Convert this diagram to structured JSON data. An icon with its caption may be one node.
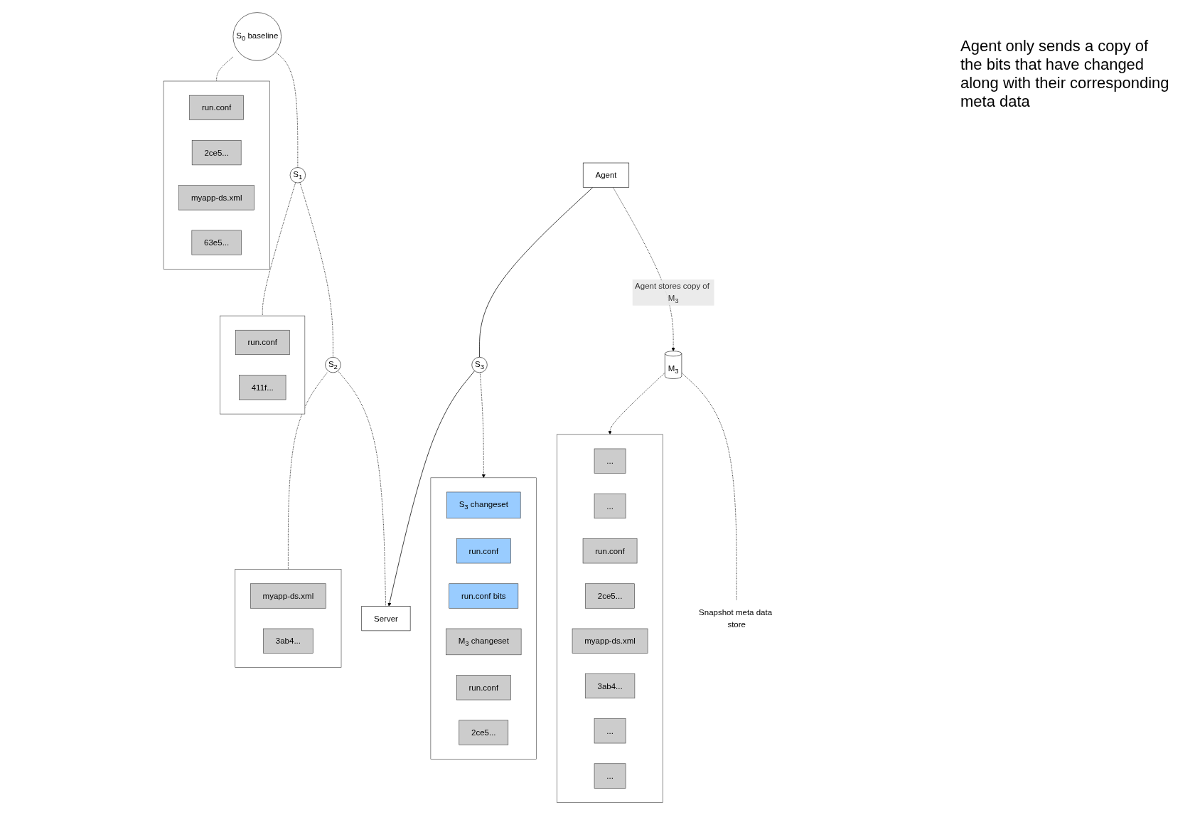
{
  "diagram": {
    "nodes": [
      {
        "text": [
          "S$_{0}$ baseline"
        ]
      },
      {
        "text": [],
        "shape": "box"
      },
      {
        "text": [
          "run.conf"
        ],
        "in": 1
      },
      {
        "text": [
          "2ce5..."
        ],
        "in": 1
      },
      {
        "text": [
          "myapp-ds.xml"
        ],
        "in": 1
      },
      {
        "text": [
          "63e5..."
        ],
        "in": 1
      },
      {
        "text": [
          "S$_{1}$"
        ]
      },
      {
        "text": [],
        "shape": "box"
      },
      {
        "text": [
          "run.conf"
        ],
        "in": 7
      },
      {
        "text": [
          "411f..."
        ],
        "in": 7
      },
      {
        "text": [
          "S$_{2}$"
        ]
      },
      {
        "text": [],
        "shape": "box"
      },
      {
        "text": [
          "myapp-ds.xml"
        ],
        "in": 11
      },
      {
        "text": [
          "3ab4..."
        ],
        "in": 11
      },
      {
        "text": [
          "Server"
        ]
      },
      {
        "text": [
          "M$_{3}$"
        ]
      },
      {
        "text": [
          "Snapshot meta data store"
        ]
      },
      {
        "text": [
          "Agent"
        ]
      },
      {
        "text": [],
        "shape": "box"
      },
      {
        "text": [
          "..."
        ],
        "in": 18
      },
      {
        "text": [
          "..."
        ],
        "in": 18
      },
      {
        "text": [
          "run.conf"
        ],
        "in": 18
      },
      {
        "text": [
          "2ce5..."
        ],
        "in": 18
      },
      {
        "text": [
          "myapp-ds.xml"
        ],
        "in": 18
      },
      {
        "text": [
          "3ab4..."
        ],
        "in": 18
      },
      {
        "text": [
          "..."
        ],
        "in": 18
      },
      {
        "text": [
          "..."
        ],
        "in": 18
      },
      {
        "text": [
          "S$_{3}$"
        ]
      },
      {
        "text": [],
        "shape": "box"
      },
      {
        "text": [
          "S$_{3}$ changeset"
        ],
        "in": 28
      },
      {
        "text": [
          "run.conf"
        ],
        "in": 28
      },
      {
        "text": [
          "run.conf bits"
        ],
        "in": 28
      },
      {
        "text": [
          "M$_{3}$ changeset"
        ],
        "in": 28
      },
      {
        "text": [
          "run.conf"
        ],
        "in": 28
      },
      {
        "text": [
          "2ce5..."
        ],
        "in": 28
      }
    ],
    "edges": [
      {
        "from": 0,
        "to": 1,
        "arrow": "none",
        "style": "dashed"
      },
      {
        "from": 0,
        "to": 6,
        "arrow": "none",
        "style": "dashed"
      },
      {
        "from": 6,
        "to": 7,
        "arrow": "none",
        "style": "dashed"
      },
      {
        "from": 6,
        "to": 10,
        "arrow": "none",
        "style": "dashed"
      },
      {
        "from": 10,
        "to": 11,
        "arrow": "none",
        "style": "dashed"
      },
      {
        "from": 10,
        "to": 14,
        "arrow": "none",
        "style": "dashed"
      },
      {
        "from": 17,
        "to": 15,
        "arrow": "to",
        "style": "dashed",
        "label": "Agent stores copy of M$_{3}$"
      },
      {
        "from": 15,
        "to": 16,
        "arrow": "none",
        "style": "dashed"
      },
      {
        "from": 15,
        "to": 18,
        "arrow": "to",
        "style": "dashed"
      },
      {
        "from": 17,
        "to": 27,
        "arrow": "none"
      },
      {
        "from": 27,
        "to": 14,
        "arrow": "to"
      },
      {
        "from": 27,
        "to": 28,
        "arrow": "to",
        "style": "dashed"
      }
    ],
    "labels": [
      "Agent only sends a copy of the bits that have changed along with their corresponding meta data"
    ]
  }
}
